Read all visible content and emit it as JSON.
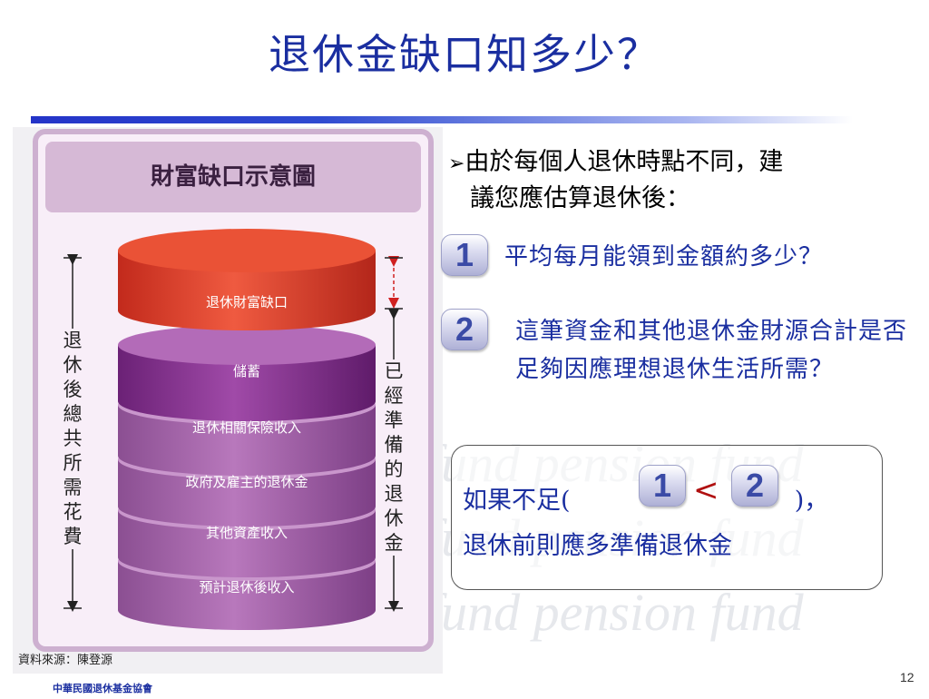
{
  "watermark": [
    "fund pension fund",
    "fund pension fund",
    "fund pension fund"
  ],
  "slide": {
    "title": "退休金缺口知多少？",
    "page_number": "12",
    "footer_org": "中華民國退休基金協會"
  },
  "diagram": {
    "header": "財富缺口示意圖",
    "left_label": "退休後總共所需花費",
    "right_label": "已經準備的退休金",
    "layers": [
      {
        "label": "退休財富缺口",
        "color": "#d83a2a"
      },
      {
        "label": "儲蓄",
        "color": "#8d3a99"
      },
      {
        "label": "退休相關保險收入",
        "color": "#a25aa8"
      },
      {
        "label": "政府及雇主的退休金",
        "color": "#a25aa8"
      },
      {
        "label": "其他資產收入",
        "color": "#a25aa8"
      },
      {
        "label": "預計退休後收入",
        "color": "#a25aa8"
      }
    ],
    "source": "資料來源：陳登源"
  },
  "bullet": {
    "arrow": "➢",
    "line1": "由於每個人退休時點不同，建",
    "line2": "議您應估算退休後："
  },
  "questions": [
    {
      "badge": "1",
      "text": "平均每月能領到金額約多少？"
    },
    {
      "badge": "2",
      "text": "這筆資金和其他退休金財源合計是否足夠因應理想退休生活所需？"
    }
  ],
  "conclusion": {
    "prefix": "如果不足(",
    "badge_a": "1",
    "operator": "<",
    "badge_b": "2",
    "suffix": ")，",
    "line2": "退休前則應多準備退休金"
  }
}
